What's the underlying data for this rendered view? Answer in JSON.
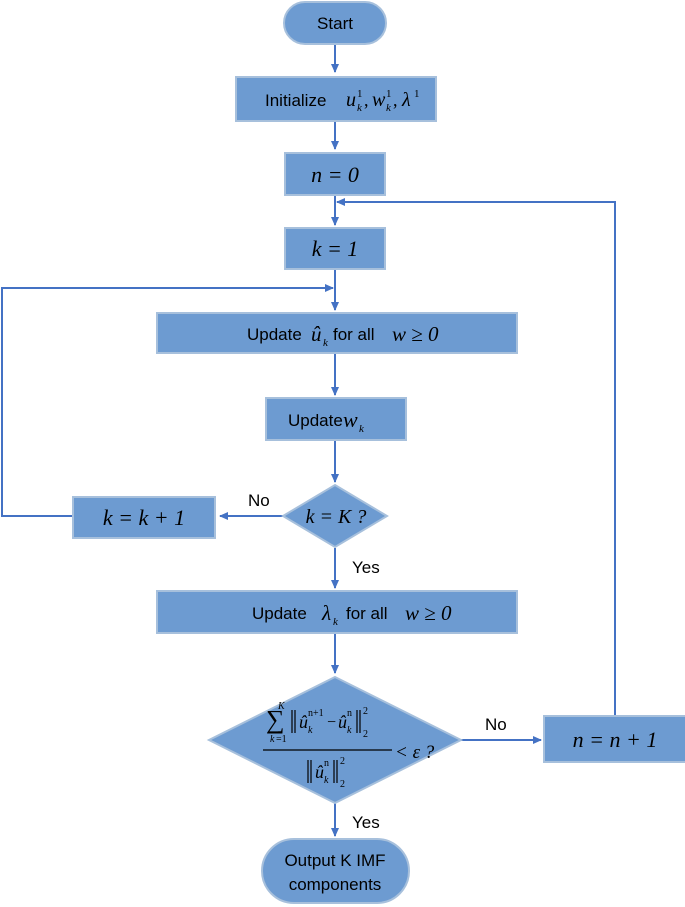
{
  "nodes": {
    "start": "Start",
    "init": {
      "prefix": "Initialize",
      "vars": "u",
      "sub": "k",
      "sup": "1"
    },
    "n0": "n = 0",
    "k1": "k = 1",
    "update_u": {
      "prefix": "Update",
      "var": "û",
      "sub": "k",
      "suffix": "for all",
      "cond": "w ≥ 0"
    },
    "update_w": {
      "prefix": "Update",
      "var": "w",
      "sub": "k"
    },
    "k_check": "k = K ?",
    "k_inc": "k = k + 1",
    "update_lambda": {
      "prefix": "Update",
      "var": "λ",
      "sub": "k",
      "suffix": "for all",
      "cond": "w ≥ 0"
    },
    "conv_check": {
      "lhs": "< ε ?"
    },
    "n_inc": "n = n + 1",
    "output": {
      "line1": "Output K IMF",
      "line2": "components"
    }
  },
  "edge_labels": {
    "no_k": "No",
    "yes_k": "Yes",
    "no_conv": "No",
    "yes_conv": "Yes"
  },
  "colors": {
    "box_fill": "#6d9bd1",
    "box_border": "#a7c0dc",
    "arrow": "#4472c4"
  }
}
